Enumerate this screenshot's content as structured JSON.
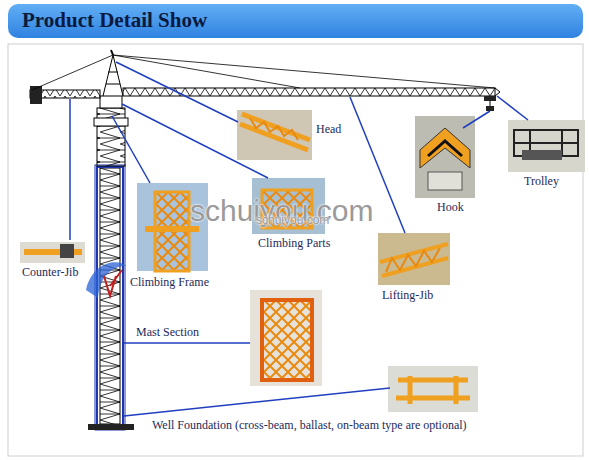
{
  "diagram": {
    "title": "Product Detail Show",
    "labels": [
      "Head",
      "Trolley",
      "Hook",
      "schuiyou.com",
      "Counter-Jib",
      "schuiyou.com",
      "Climbing Parts",
      "Climbing Frame",
      "Lifting-Jib",
      "Mast Section",
      "Well Foundation (cross-beam, ballast, on-beam type are optional)"
    ]
  }
}
